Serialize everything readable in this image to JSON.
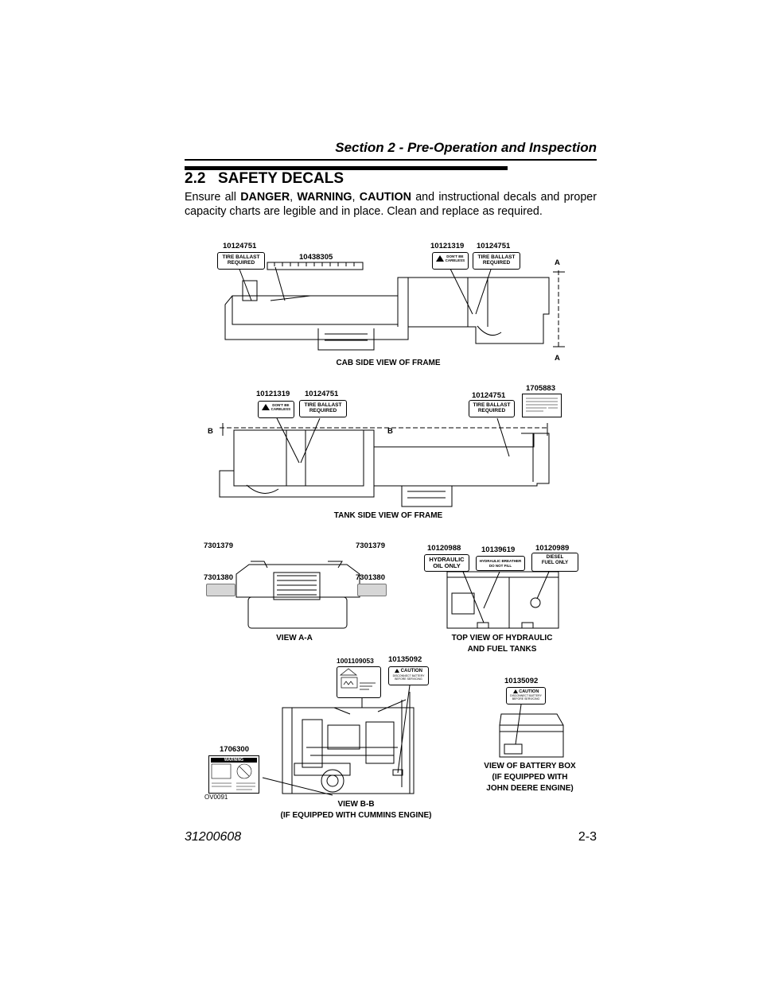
{
  "header": {
    "section_title": "Section 2 - Pre-Operation and Inspection"
  },
  "section": {
    "number": "2.2",
    "title": "SAFETY DECALS",
    "intro": {
      "pre": "Ensure all ",
      "danger": "DANGER",
      "sep1": ", ",
      "warning": "WARNING",
      "sep2": ", ",
      "caution": "CAUTION",
      "post": " and instructional decals and proper capacity charts are legible and in place. Clean and replace as required."
    }
  },
  "diagrams": {
    "cab_side": {
      "caption": "CAB SIDE VIEW OF FRAME",
      "part_labels": [
        "10124751",
        "10438305",
        "10121319",
        "10124751"
      ],
      "section_marker_top": "A",
      "section_marker_bottom": "A"
    },
    "tank_side": {
      "caption": "TANK SIDE VIEW OF FRAME",
      "part_labels": [
        "10121319",
        "10124751",
        "10124751",
        "1705883"
      ],
      "section_marker_left": "B",
      "section_marker_right": "B"
    },
    "view_aa": {
      "caption": "VIEW A-A",
      "part_labels": [
        "7301379",
        "7301379",
        "7301380",
        "7301380"
      ]
    },
    "tanks_top": {
      "caption_line1": "TOP VIEW OF HYDRAULIC",
      "caption_line2": "AND FUEL TANKS",
      "part_labels": [
        "10120988",
        "10139619",
        "10120989"
      ]
    },
    "view_bb": {
      "caption_line1": "VIEW B-B",
      "caption_line2": "(IF EQUIPPED WITH CUMMINS ENGINE)",
      "part_labels": [
        "1001109053",
        "10135092",
        "1706300"
      ],
      "drawing_id": "OV0091"
    },
    "battery_box": {
      "caption_line1": "VIEW OF BATTERY BOX",
      "caption_line2": "(IF EQUIPPED WITH",
      "caption_line3": "JOHN DEERE ENGINE)",
      "part_label": "10135092"
    }
  },
  "decals": {
    "tire_ballast": {
      "line1": "TIRE BALLAST",
      "line2": "REQUIRED"
    },
    "dont_be_careless": {
      "line1": "DON'T BE",
      "line2": "CARELESS"
    },
    "hydraulic_oil": {
      "line1": "HYDRAULIC",
      "line2": "OIL   ONLY"
    },
    "hydraulic_breather": {
      "line1": "HYDRAULIC BREATHER",
      "line2": "DO NOT FILL"
    },
    "diesel_fuel": {
      "line1": "DIESEL",
      "line2": "FUEL ONLY"
    },
    "caution": {
      "title": "CAUTION",
      "line1": "DISCONNECT BATTERY",
      "line2": "BEFORE SERVICING"
    },
    "warning": {
      "title": "WARNING"
    }
  },
  "footer": {
    "doc_number": "31200608",
    "page_number": "2-3"
  }
}
